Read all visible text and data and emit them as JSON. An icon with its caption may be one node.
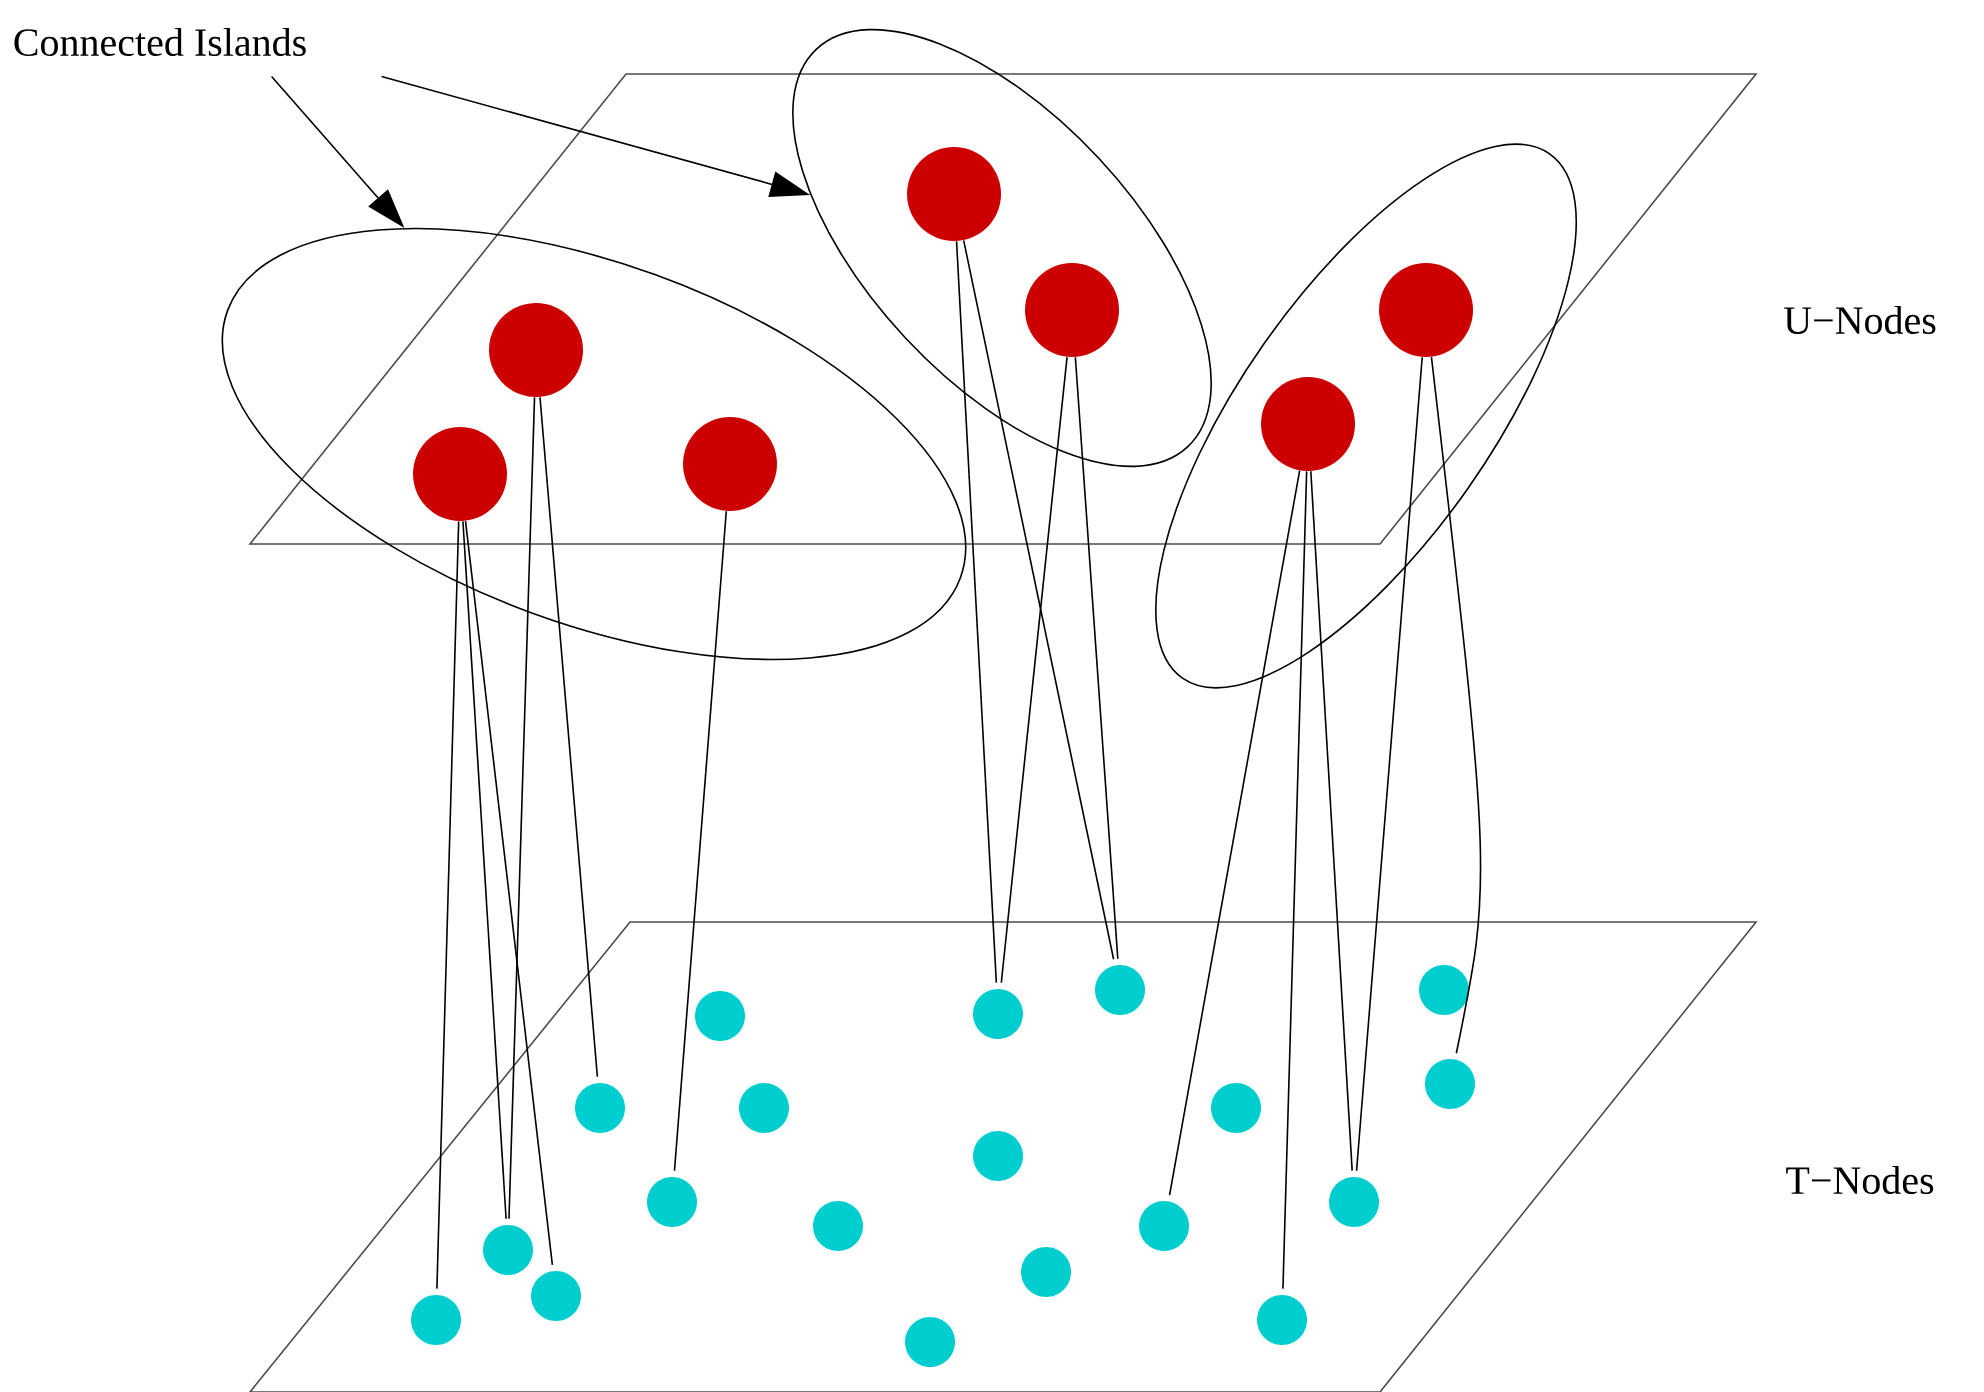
{
  "diagram": {
    "nodes": [
      {
        "text": [
          "Connected Islands"
        ]
      },
      {
        "text": [],
        "shape": "ellipse"
      },
      {
        "text": [],
        "shape": "ellipse"
      },
      {
        "text": [],
        "shape": "ellipse"
      },
      {
        "text": [],
        "shape": "circle",
        "in": 1
      },
      {
        "text": [],
        "shape": "circle",
        "in": 1
      },
      {
        "text": [],
        "shape": "circle",
        "in": 1
      },
      {
        "text": [],
        "shape": "circle",
        "in": 2
      },
      {
        "text": [],
        "shape": "circle",
        "in": 2
      },
      {
        "text": [],
        "shape": "circle",
        "in": 3
      },
      {
        "text": [],
        "shape": "circle",
        "in": 3
      },
      {
        "text": [],
        "shape": "circle"
      },
      {
        "text": [],
        "shape": "circle"
      },
      {
        "text": [],
        "shape": "circle"
      },
      {
        "text": [],
        "shape": "circle"
      },
      {
        "text": [],
        "shape": "circle"
      },
      {
        "text": [],
        "shape": "circle"
      },
      {
        "text": [],
        "shape": "circle"
      },
      {
        "text": [],
        "shape": "circle"
      },
      {
        "text": [],
        "shape": "circle"
      },
      {
        "text": [],
        "shape": "circle"
      },
      {
        "text": [],
        "shape": "circle"
      },
      {
        "text": [],
        "shape": "circle"
      },
      {
        "text": [],
        "shape": "circle"
      },
      {
        "text": [],
        "shape": "circle"
      },
      {
        "text": [],
        "shape": "circle"
      },
      {
        "text": [],
        "shape": "circle"
      },
      {
        "text": [],
        "shape": "circle"
      },
      {
        "text": [],
        "shape": "circle"
      },
      {
        "text": [],
        "shape": "circle"
      }
    ],
    "edges": [
      {
        "from": 0,
        "to": 1,
        "arrow": "to"
      },
      {
        "from": 0,
        "to": 2,
        "arrow": "to"
      },
      {
        "from": 5,
        "to": 27,
        "arrow": "none"
      },
      {
        "from": 5,
        "to": 24,
        "arrow": "none"
      },
      {
        "from": 5,
        "to": 26,
        "arrow": "none"
      },
      {
        "from": 4,
        "to": 24,
        "arrow": "none"
      },
      {
        "from": 4,
        "to": 16,
        "arrow": "none"
      },
      {
        "from": 6,
        "to": 20,
        "arrow": "none"
      },
      {
        "from": 7,
        "to": 13,
        "arrow": "none"
      },
      {
        "from": 7,
        "to": 11,
        "arrow": "none"
      },
      {
        "from": 8,
        "to": 13,
        "arrow": "none"
      },
      {
        "from": 8,
        "to": 11,
        "arrow": "none"
      },
      {
        "from": 10,
        "to": 23,
        "arrow": "none"
      },
      {
        "from": 10,
        "to": 28,
        "arrow": "none"
      },
      {
        "from": 10,
        "to": 21,
        "arrow": "none"
      },
      {
        "from": 9,
        "to": 21,
        "arrow": "none"
      },
      {
        "from": 9,
        "to": 15,
        "arrow": "none"
      }
    ],
    "labels": [
      "U−Nodes",
      "T−Nodes"
    ]
  }
}
